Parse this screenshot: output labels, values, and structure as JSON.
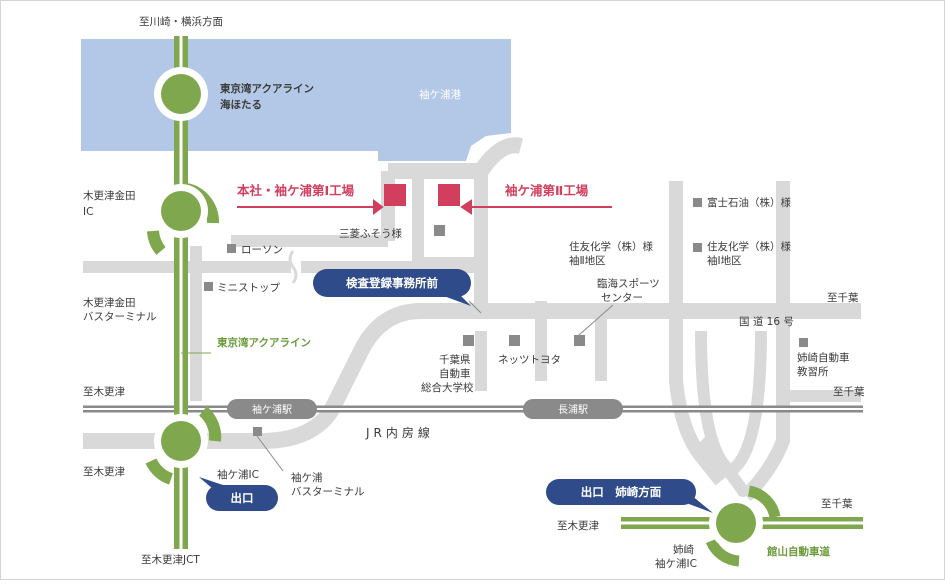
{
  "labels": {
    "top_direction": "至川崎・横浜方面",
    "umihotaru_line1": "東京湾アクアライン",
    "umihotaru_line2": "海ほたる",
    "port": "袖ケ浦港",
    "ic_kisarazu_kaneda_1": "木更津金田",
    "ic_kisarazu_kaneda_2": "IC",
    "head_office": "本社・袖ケ浦第Ⅰ工場",
    "factory2": "袖ケ浦第Ⅱ工場",
    "mitsubishi": "三菱ふそう様",
    "lawson": "ローソン",
    "ministop": "ミニストップ",
    "bus_terminal_kaneda_1": "木更津金田",
    "bus_terminal_kaneda_2": "バスターミナル",
    "aqualine": "東京湾アクアライン",
    "to_kisarazu_1": "至木更津",
    "to_kisarazu_2": "至木更津",
    "to_kisarazu_3": "至木更津",
    "jct": "至木更津JCT",
    "sodegaura_ic": "袖ケ浦IC",
    "sodegaura_bus_1": "袖ケ浦",
    "sodegaura_bus_2": "バスターミナル",
    "jr_line": "JR内房線",
    "chiba_school_1": "千葉県",
    "chiba_school_2": "自動車",
    "chiba_school_3": "総合大学校",
    "netz": "ネッツトヨタ",
    "sports_1": "臨海スポーツ",
    "sports_2": "センター",
    "sumitomo2_1": "住友化学（株）様",
    "sumitomo2_2": "袖Ⅱ地区",
    "sumitomo1_1": "住友化学（株）様",
    "sumitomo1_2": "袖Ⅰ地区",
    "fuji_oil": "富士石油（株）様",
    "to_chiba_1": "至千葉",
    "to_chiba_2": "至千葉",
    "to_chiba_3": "至千葉",
    "route16": "国 道 16 号",
    "anegasaki_school_1": "姉崎自動車",
    "anegasaki_school_2": "教習所",
    "anegasaki_ic_1": "姉崎",
    "anegasaki_ic_2": "袖ケ浦IC",
    "tateyama": "館山自動車道"
  },
  "callouts": {
    "inspection": "検査登録事務所前",
    "exit1": "出口",
    "exit2": "出口　姉崎方面"
  },
  "stations": {
    "sodegaura": "袖ケ浦駅",
    "nagaura": "長浦駅"
  },
  "colors": {
    "sea": "#b3c8e6",
    "road": "#d9d9d9",
    "highway": "#7fa84e",
    "factory": "#d23f5e",
    "callout": "#2f4b8a"
  }
}
